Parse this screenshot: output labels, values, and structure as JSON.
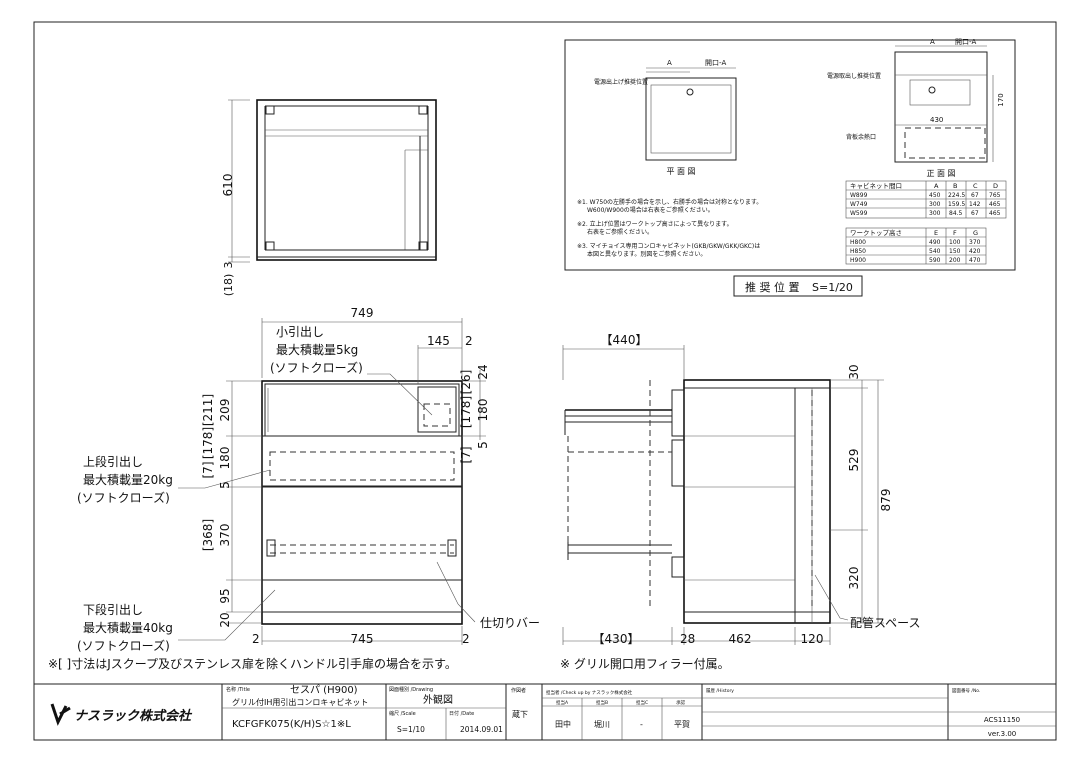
{
  "top_view": {
    "dim_depth": "610",
    "dim_gap": "3",
    "dim_bracket": "(18)"
  },
  "inset": {
    "open_label": "開口-A",
    "label_a": "A",
    "label_b": "B",
    "caption_left": "平 面 図",
    "caption_right": "正 面 図",
    "label_power": "電源出上げ推奨位置",
    "label_power_right": "電源取出し推奨位置",
    "label_pipe": "背板余熱口",
    "dim_430": "430",
    "dim_170": "170",
    "note1": "※1. W750の左勝手の場合を示し、右勝手の場合は対称となります。",
    "note1b": "W600/W900の場合は右表をご参照ください。",
    "note2": "※2. 立上げ位置はワークトップ高さによって異なります。",
    "note2b": "右表をご参照ください。",
    "note3": "※3. マイチョイス専用コンロキャビネット(GKB/GKW/GKK/GKC)は",
    "note3b": "本図と異なります。別図をご参照ください。",
    "table1": {
      "headers": [
        "キャビネット間口",
        "A",
        "B",
        "C",
        "D"
      ],
      "rows": [
        [
          "W899",
          "450",
          "224.5",
          "67",
          "765"
        ],
        [
          "W749",
          "300",
          "159.5",
          "142",
          "465"
        ],
        [
          "W599",
          "300",
          "84.5",
          "67",
          "465"
        ]
      ]
    },
    "table2": {
      "headers": [
        "ワークトップ高さ",
        "E",
        "F",
        "G"
      ],
      "rows": [
        [
          "H800",
          "490",
          "100",
          "370"
        ],
        [
          "H850",
          "540",
          "150",
          "420"
        ],
        [
          "H900",
          "590",
          "200",
          "470"
        ]
      ]
    },
    "recommend_title": "推 奨 位 置",
    "recommend_scale": "S=1/20"
  },
  "front_view": {
    "dim_width_total": "749",
    "small_drawer_line1": "小引出し",
    "small_drawer_line2": "最大積載量5kg",
    "small_drawer_line3": "(ソフトクローズ)",
    "dim_145": "145",
    "dim_2_top": "2",
    "dim_26": "[26]",
    "dim_24": "24",
    "dim_178a": "[178]",
    "dim_180a": "180",
    "dim_7a": "[7]",
    "dim_5a": "5",
    "dim_211": "[211]",
    "dim_209": "209",
    "dim_7b": "[7]",
    "dim_178b": "[178]",
    "dim_180b": "180",
    "dim_5b": "5",
    "dim_368": "[368]",
    "dim_370": "370",
    "dim_95": "95",
    "dim_20": "20",
    "upper_drawer_line1": "上段引出し",
    "upper_drawer_line2": "最大積載量20kg",
    "upper_drawer_line3": "(ソフトクローズ)",
    "lower_drawer_line1": "下段引出し",
    "lower_drawer_line2": "最大積載量40kg",
    "lower_drawer_line3": "(ソフトクローズ)",
    "divider_label": "仕切りバー",
    "dim_2_left": "2",
    "dim_745": "745",
    "dim_2_right": "2"
  },
  "side_view": {
    "dim_440": "【440】",
    "dim_430": "【430】",
    "dim_28": "28",
    "dim_462": "462",
    "dim_120": "120",
    "dim_30": "30",
    "dim_529": "529",
    "dim_879": "879",
    "dim_320": "320",
    "pipe_space": "配管スペース"
  },
  "notes": {
    "bracket_note": "※[ ]寸法はJスクープ及びステンレス扉を除くハンドル引手扉の場合を示す。",
    "filler_note": "※ グリル開口用フィラー付属。"
  },
  "title_block": {
    "company": "ナスラック株式会社",
    "name_label": "名称 /Title",
    "name_value": "セスパ (H900)",
    "name_sub": "グリル付IH用引出コンロキャビネット",
    "model": "KCFGFK075(K/H)S☆1※L",
    "drawing_label": "図面種別 /Drawing",
    "drawing_value": "外観図",
    "scale_label": "縮尺 /Scale",
    "scale_value": "S=1/10",
    "date_label": "日付 /Date",
    "date_value": "2014.09.01",
    "drawn_label": "作図者",
    "drawn_value": "蔵下",
    "check_label": "担当者 /Check up by ナスラック株式会社",
    "check_head1": "担当A",
    "check_head2": "担当B",
    "check_head3": "担当C",
    "check_head4": "承認",
    "check_val1": "田中",
    "check_val2": "堀川",
    "check_val3": "-",
    "check_val4": "平賀",
    "history_label": "履歴 /History",
    "number_label": "図面番号 /No.",
    "number_value": "ACS11150",
    "version": "ver.3.00"
  }
}
